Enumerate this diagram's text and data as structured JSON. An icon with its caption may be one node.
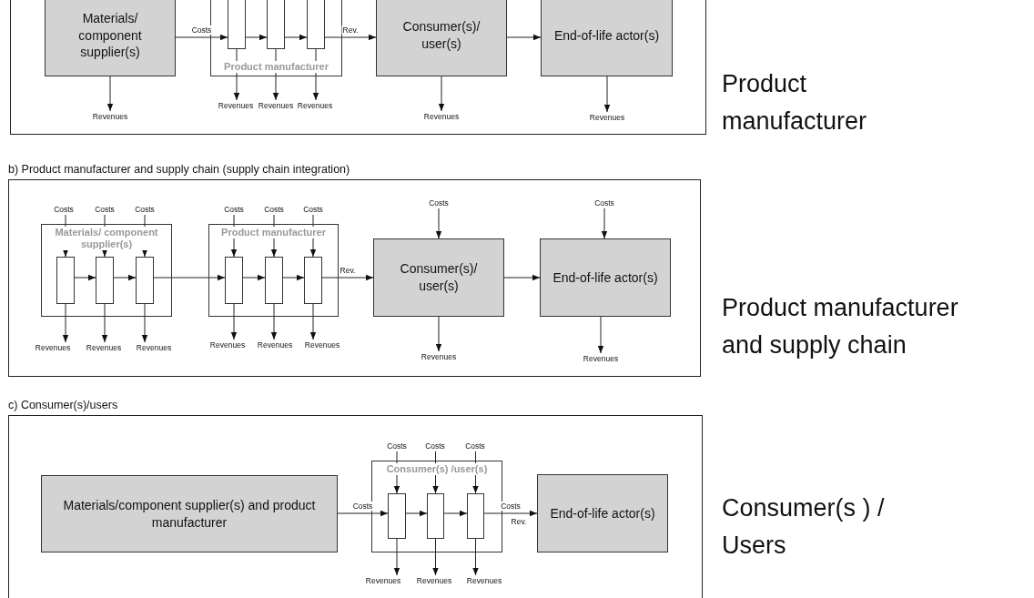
{
  "diagram": {
    "nodes": [
      {
        "text": [],
        "shape": "box"
      },
      {
        "text": [
          "Materials/ component supplier(s)"
        ],
        "in": 0
      },
      {
        "text": [
          "Product manufacturer"
        ],
        "in": 0
      },
      {
        "text": [],
        "shape": "box",
        "in": 2
      },
      {
        "text": [],
        "shape": "box",
        "in": 2
      },
      {
        "text": [],
        "shape": "box",
        "in": 2
      },
      {
        "text": [
          "Consumer(s)/ user(s)"
        ],
        "in": 0
      },
      {
        "text": [
          "End-of-life actor(s)"
        ],
        "in": 0
      },
      {
        "text": [
          "Revenues"
        ],
        "in": 0
      },
      {
        "text": [
          "Revenues"
        ],
        "in": 0
      },
      {
        "text": [
          "Revenues"
        ],
        "in": 0
      },
      {
        "text": [
          "Revenues"
        ],
        "in": 0
      },
      {
        "text": [
          "Revenues"
        ],
        "in": 0
      },
      {
        "text": [
          "Revenues"
        ],
        "in": 0
      },
      {
        "text": [
          "b) Product manufacturer and supply chain (supply chain integration)"
        ]
      },
      {
        "text": [
          "Materials/ component supplier(s)"
        ],
        "in": 14
      },
      {
        "text": [],
        "shape": "box",
        "in": 15
      },
      {
        "text": [],
        "shape": "box",
        "in": 15
      },
      {
        "text": [],
        "shape": "box",
        "in": 15
      },
      {
        "text": [
          "Product manufacturer"
        ],
        "in": 14
      },
      {
        "text": [],
        "shape": "box",
        "in": 19
      },
      {
        "text": [],
        "shape": "box",
        "in": 19
      },
      {
        "text": [],
        "shape": "box",
        "in": 19
      },
      {
        "text": [
          "Consumer(s)/ user(s)"
        ],
        "in": 14
      },
      {
        "text": [
          "End-of-life actor(s)"
        ],
        "in": 14
      },
      {
        "text": [
          "Costs"
        ],
        "in": 14
      },
      {
        "text": [
          "Costs"
        ],
        "in": 14
      },
      {
        "text": [
          "Costs"
        ],
        "in": 14
      },
      {
        "text": [
          "Costs"
        ],
        "in": 14
      },
      {
        "text": [
          "Costs"
        ],
        "in": 14
      },
      {
        "text": [
          "Costs"
        ],
        "in": 14
      },
      {
        "text": [
          "Costs"
        ],
        "in": 14
      },
      {
        "text": [
          "Costs"
        ],
        "in": 14
      },
      {
        "text": [
          "Revenues"
        ],
        "in": 14
      },
      {
        "text": [
          "Revenues"
        ],
        "in": 14
      },
      {
        "text": [
          "Revenues"
        ],
        "in": 14
      },
      {
        "text": [
          "Revenues"
        ],
        "in": 14
      },
      {
        "text": [
          "Revenues"
        ],
        "in": 14
      },
      {
        "text": [
          "Revenues"
        ],
        "in": 14
      },
      {
        "text": [
          "Revenues"
        ],
        "in": 14
      },
      {
        "text": [
          "Revenues"
        ],
        "in": 14
      },
      {
        "text": [
          "c) Consumer(s)/users"
        ]
      },
      {
        "text": [
          "Materials/component supplier(s) and product manufacturer"
        ],
        "in": 41
      },
      {
        "text": [
          "Consumer(s) /user(s)"
        ],
        "in": 41
      },
      {
        "text": [],
        "shape": "box",
        "in": 43
      },
      {
        "text": [],
        "shape": "box",
        "in": 43
      },
      {
        "text": [],
        "shape": "box",
        "in": 43
      },
      {
        "text": [
          "End-of-life actor(s)"
        ],
        "in": 41
      },
      {
        "text": [
          "Costs"
        ],
        "in": 41
      },
      {
        "text": [
          "Costs"
        ],
        "in": 41
      },
      {
        "text": [
          "Costs"
        ],
        "in": 41
      },
      {
        "text": [
          "Revenues"
        ],
        "in": 41
      },
      {
        "text": [
          "Revenues"
        ],
        "in": 41
      },
      {
        "text": [
          "Revenues"
        ],
        "in": 41
      }
    ],
    "edges": [
      {
        "from": 1,
        "to": 3,
        "arrow": "to",
        "label": "Costs"
      },
      {
        "from": 3,
        "to": 4,
        "arrow": "to"
      },
      {
        "from": 4,
        "to": 5,
        "arrow": "to"
      },
      {
        "from": 5,
        "to": 6,
        "arrow": "to",
        "label": "Rev."
      },
      {
        "from": 6,
        "to": 7,
        "arrow": "to"
      },
      {
        "from": 1,
        "to": 8,
        "arrow": "to"
      },
      {
        "from": 3,
        "to": 9,
        "arrow": "to"
      },
      {
        "from": 4,
        "to": 10,
        "arrow": "to"
      },
      {
        "from": 5,
        "to": 11,
        "arrow": "to"
      },
      {
        "from": 6,
        "to": 12,
        "arrow": "to"
      },
      {
        "from": 7,
        "to": 13,
        "arrow": "to"
      },
      {
        "from": 25,
        "to": 16,
        "arrow": "to"
      },
      {
        "from": 26,
        "to": 17,
        "arrow": "to"
      },
      {
        "from": 27,
        "to": 18,
        "arrow": "to"
      },
      {
        "from": 28,
        "to": 20,
        "arrow": "to"
      },
      {
        "from": 29,
        "to": 21,
        "arrow": "to"
      },
      {
        "from": 30,
        "to": 22,
        "arrow": "to"
      },
      {
        "from": 31,
        "to": 23,
        "arrow": "to"
      },
      {
        "from": 32,
        "to": 24,
        "arrow": "to"
      },
      {
        "from": 16,
        "to": 17,
        "arrow": "to"
      },
      {
        "from": 17,
        "to": 18,
        "arrow": "to"
      },
      {
        "from": 18,
        "to": 20,
        "arrow": "to"
      },
      {
        "from": 20,
        "to": 21,
        "arrow": "to"
      },
      {
        "from": 21,
        "to": 22,
        "arrow": "to"
      },
      {
        "from": 22,
        "to": 23,
        "arrow": "to",
        "label": "Rev."
      },
      {
        "from": 23,
        "to": 24,
        "arrow": "to"
      },
      {
        "from": 16,
        "to": 33,
        "arrow": "to"
      },
      {
        "from": 17,
        "to": 34,
        "arrow": "to"
      },
      {
        "from": 18,
        "to": 35,
        "arrow": "to"
      },
      {
        "from": 20,
        "to": 36,
        "arrow": "to"
      },
      {
        "from": 21,
        "to": 37,
        "arrow": "to"
      },
      {
        "from": 22,
        "to": 38,
        "arrow": "to"
      },
      {
        "from": 23,
        "to": 39,
        "arrow": "to"
      },
      {
        "from": 24,
        "to": 40,
        "arrow": "to"
      },
      {
        "from": 48,
        "to": 44,
        "arrow": "to"
      },
      {
        "from": 49,
        "to": 45,
        "arrow": "to"
      },
      {
        "from": 50,
        "to": 46,
        "arrow": "to"
      },
      {
        "from": 42,
        "to": 44,
        "arrow": "to",
        "label": "Costs"
      },
      {
        "from": 44,
        "to": 45,
        "arrow": "to"
      },
      {
        "from": 45,
        "to": 46,
        "arrow": "to"
      },
      {
        "from": 46,
        "to": 47,
        "arrow": "to",
        "label": "Costs"
      },
      {
        "from": 44,
        "to": 51,
        "arrow": "to"
      },
      {
        "from": 45,
        "to": 52,
        "arrow": "to"
      },
      {
        "from": 46,
        "to": 53,
        "arrow": "to"
      }
    ],
    "labels": [
      "Product manufacturer",
      "Product manufacturer and supply chain",
      "Rev.",
      "Consumer(s ) / Users"
    ]
  }
}
